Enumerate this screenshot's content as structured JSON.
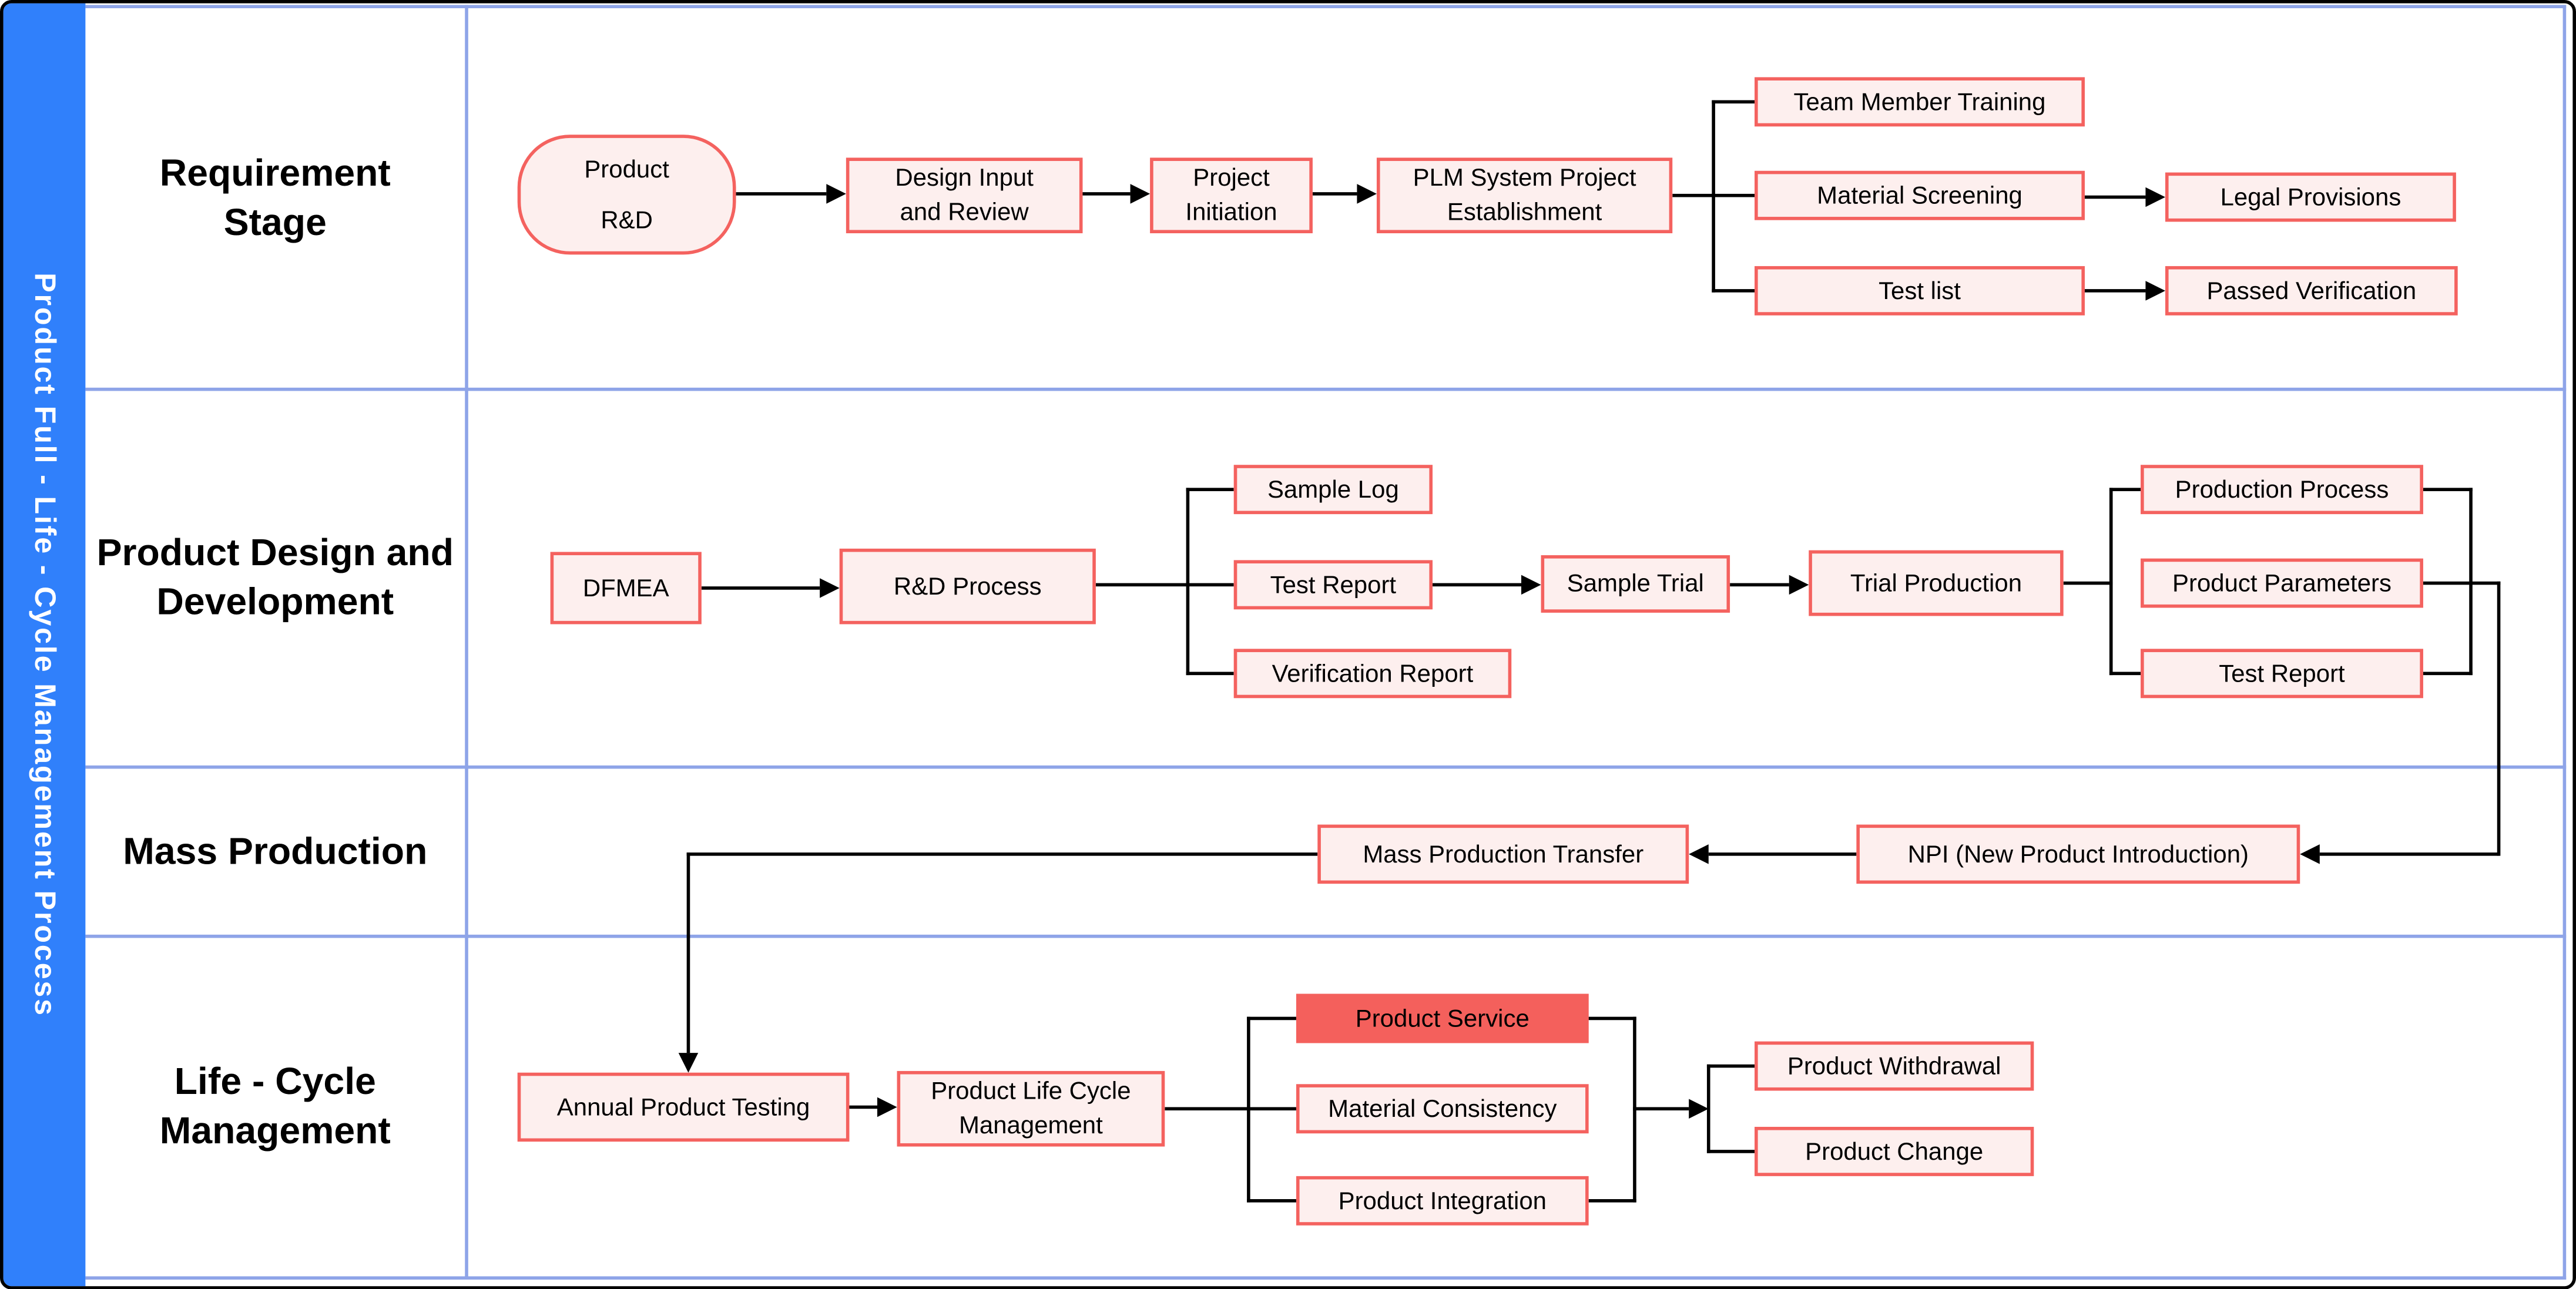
{
  "title": "Product Full - Life - Cycle Management Process swim-lane flowchart",
  "colors": {
    "sidebar_blue": "#3080fb",
    "lane_line_blue": "#8ea4e8",
    "node_fill": "#fdefee",
    "node_border": "#f4625f",
    "highlight_node_fill": "#f4605c",
    "connector": "#000000",
    "frame": "#000000",
    "sidebar_text": "#ffffff",
    "text": "#000000"
  },
  "sidebar": {
    "title": "Product Full - Life - Cycle Management Process"
  },
  "lanes": [
    {
      "label": "Requirement\nStage"
    },
    {
      "label": "Product Design and\nDevelopment"
    },
    {
      "label": "Mass Production"
    },
    {
      "label": "Life - Cycle\nManagement"
    }
  ],
  "nodes": {
    "product_rd": {
      "label": "Product\nR&D",
      "shape": "stadium"
    },
    "design_input": {
      "label": "Design Input\nand Review",
      "shape": "rect"
    },
    "project_initiation": {
      "label": "Project\nInitiation",
      "shape": "rect"
    },
    "plm_establishment": {
      "label": "PLM System Project\nEstablishment",
      "shape": "rect"
    },
    "team_member_training": {
      "label": "Team Member Training",
      "shape": "rect"
    },
    "material_screening": {
      "label": "Material Screening",
      "shape": "rect"
    },
    "test_list": {
      "label": "Test list",
      "shape": "rect"
    },
    "legal_provisions": {
      "label": "Legal Provisions",
      "shape": "rect"
    },
    "passed_verification": {
      "label": "Passed Verification",
      "shape": "rect"
    },
    "dfmea": {
      "label": "DFMEA",
      "shape": "rect"
    },
    "rd_process": {
      "label": "R&D Process",
      "shape": "rect"
    },
    "sample_log": {
      "label": "Sample Log",
      "shape": "rect"
    },
    "test_report_1": {
      "label": "Test Report",
      "shape": "rect"
    },
    "verification_report": {
      "label": "Verification Report",
      "shape": "rect"
    },
    "sample_trial": {
      "label": "Sample Trial",
      "shape": "rect"
    },
    "trial_production": {
      "label": "Trial Production",
      "shape": "rect"
    },
    "production_process": {
      "label": "Production Process",
      "shape": "rect"
    },
    "product_parameters": {
      "label": "Product Parameters",
      "shape": "rect"
    },
    "test_report_2": {
      "label": "Test Report",
      "shape": "rect"
    },
    "mass_production_transfer": {
      "label": "Mass Production Transfer",
      "shape": "rect"
    },
    "npi": {
      "label": "NPI (New Product Introduction)",
      "shape": "rect"
    },
    "annual_product_testing": {
      "label": "Annual Product Testing",
      "shape": "rect"
    },
    "product_life_cycle_mgmt": {
      "label": "Product Life Cycle\nManagement",
      "shape": "rect"
    },
    "product_service": {
      "label": "Product Service",
      "shape": "rect-highlight"
    },
    "material_consistency": {
      "label": "Material Consistency",
      "shape": "rect"
    },
    "product_integration": {
      "label": "Product Integration",
      "shape": "rect"
    },
    "product_withdrawal": {
      "label": "Product Withdrawal",
      "shape": "rect"
    },
    "product_change": {
      "label": "Product Change",
      "shape": "rect"
    }
  }
}
